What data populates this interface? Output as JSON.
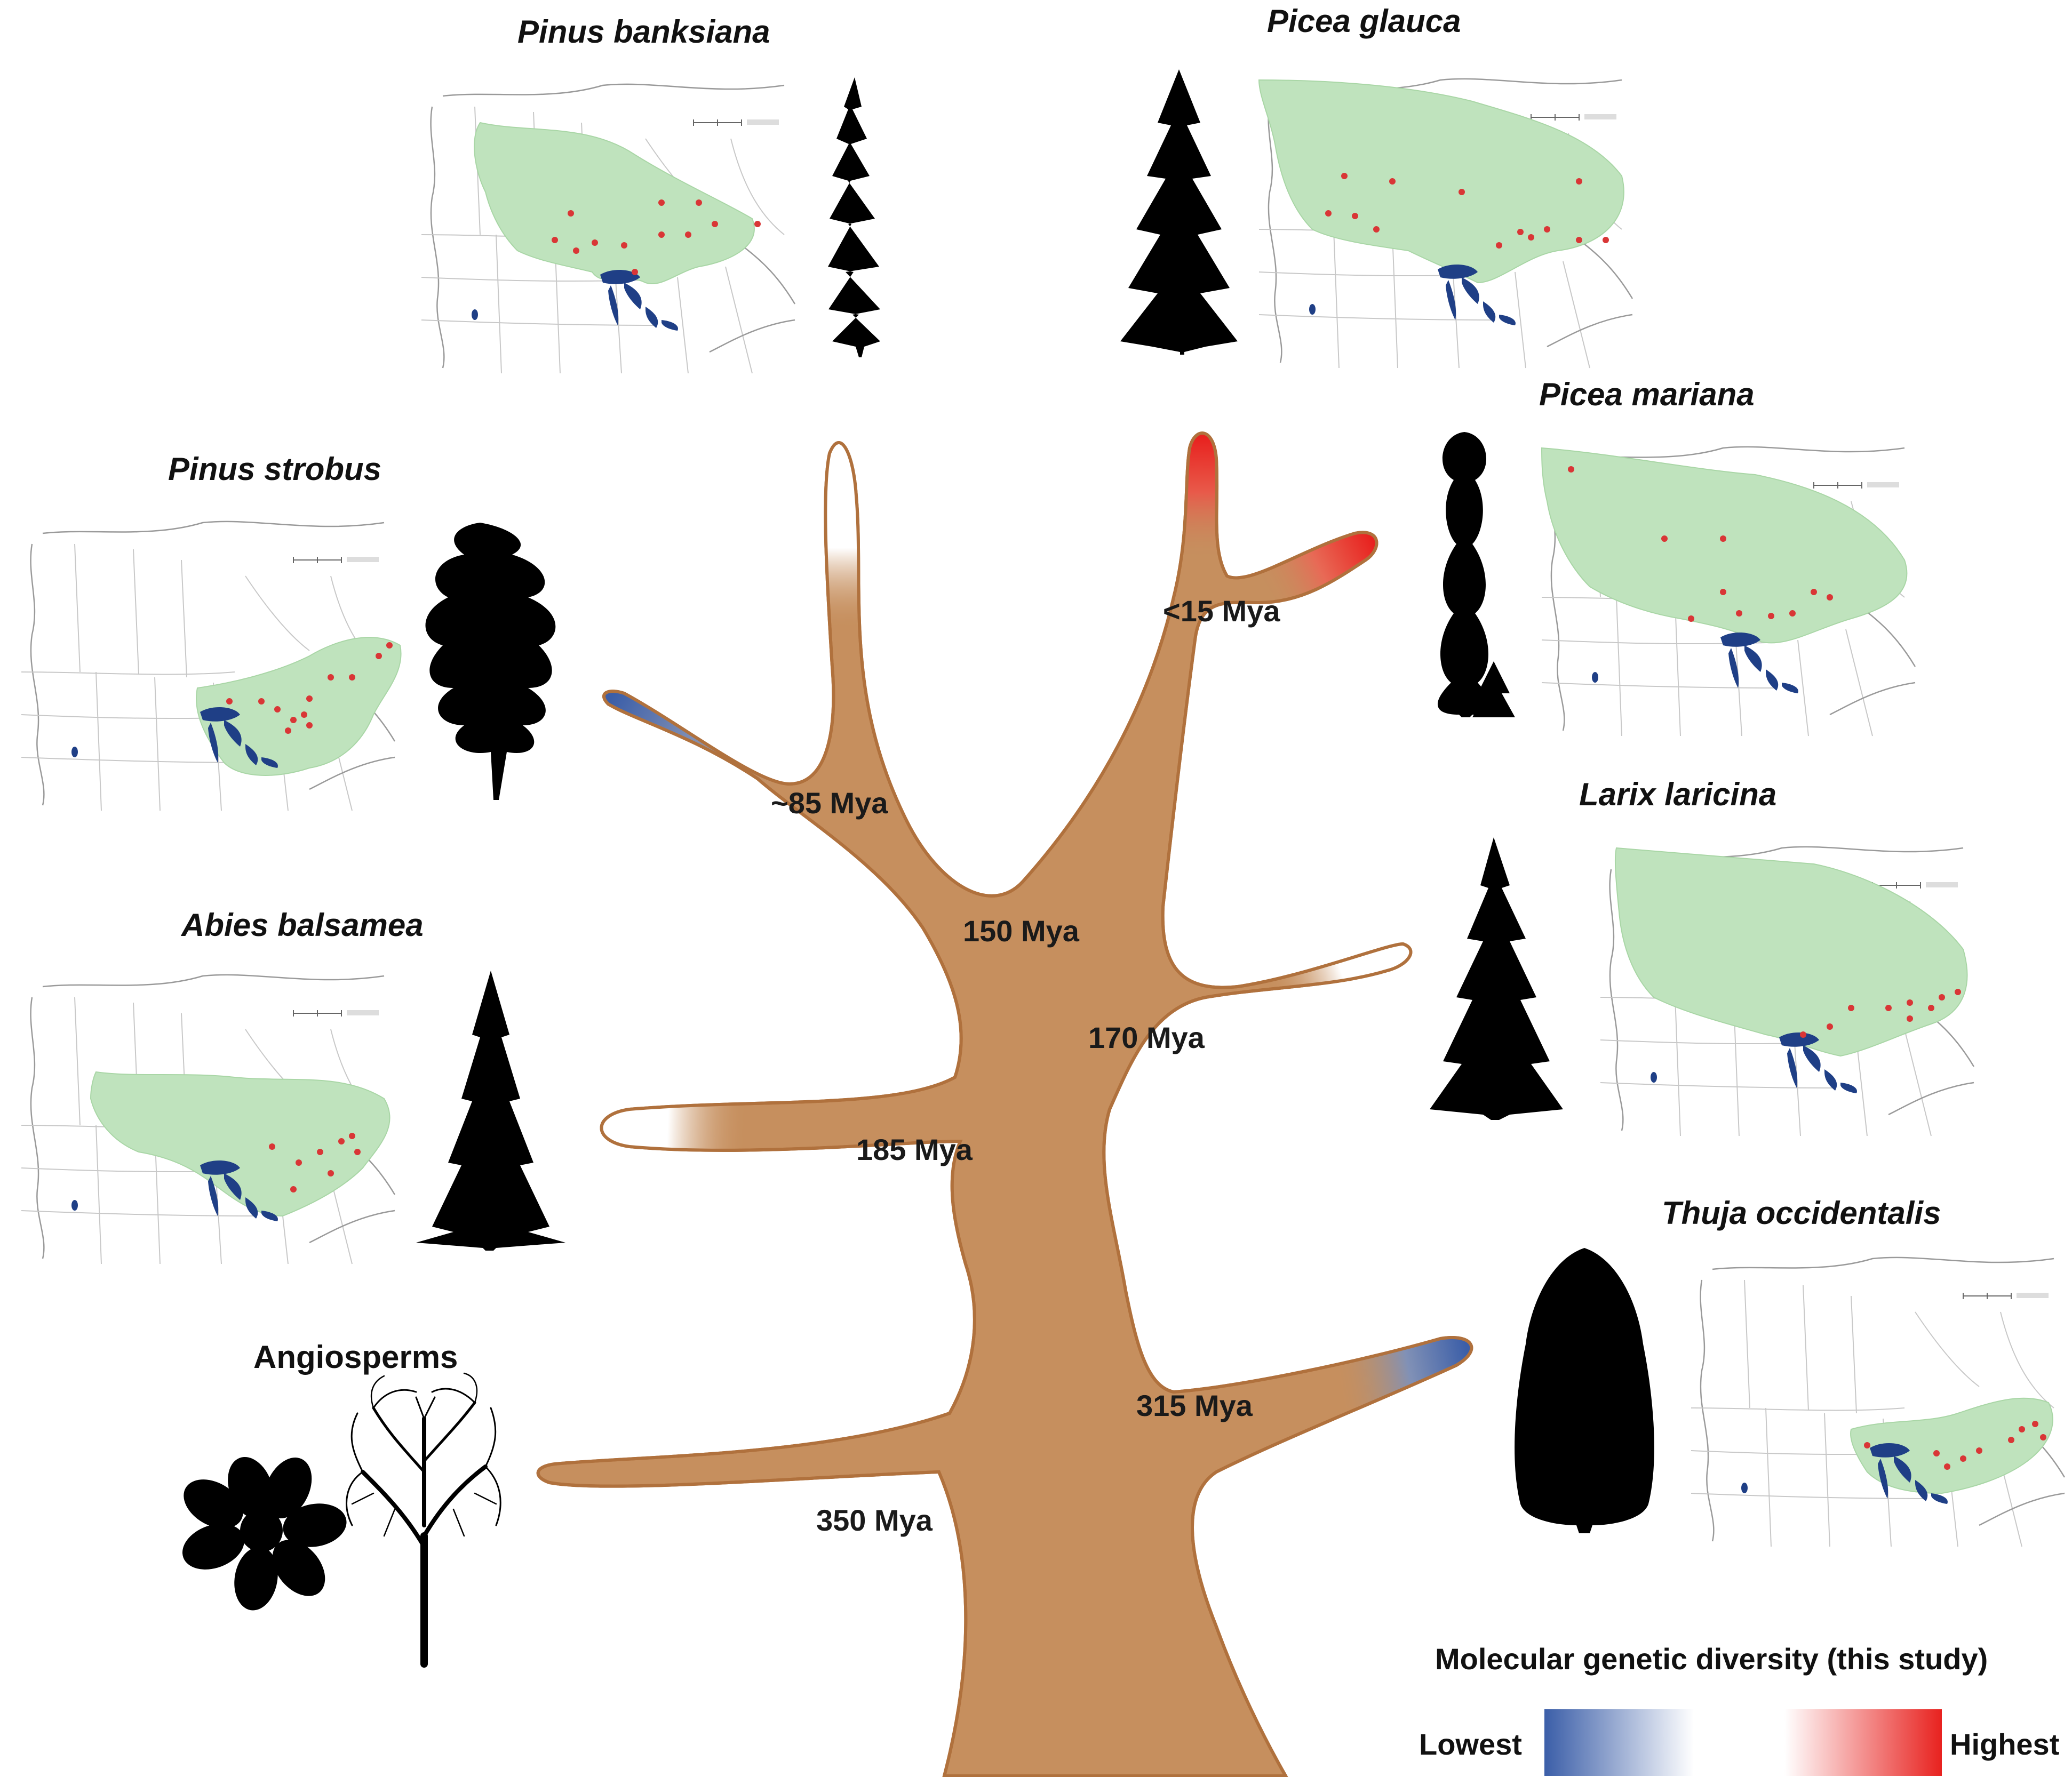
{
  "species": [
    {
      "name": "Pinus banksiana",
      "occurrence_points": 12
    },
    {
      "name": "Picea glauca",
      "occurrence_points": 13
    },
    {
      "name": "Pinus strobus",
      "occurrence_points": 12
    },
    {
      "name": "Picea mariana",
      "occurrence_points": 10
    },
    {
      "name": "Abies balsamea",
      "occurrence_points": 8
    },
    {
      "name": "Larix laricina",
      "occurrence_points": 9
    },
    {
      "name": "Thuja occidentalis",
      "occurrence_points": 9
    }
  ],
  "outgroup": {
    "name": "Angiosperms"
  },
  "divergence_times": [
    "<15 Mya",
    "~85 Mya",
    "150 Mya",
    "170 Mya",
    "185 Mya",
    "315 Mya",
    "350 Mya"
  ],
  "legend": {
    "title": "Molecular genetic diversity (this study)",
    "low_label": "Lowest",
    "high_label": "Highest",
    "low_color": "#3b5ea8",
    "high_color": "#e8221f"
  },
  "colors": {
    "tree": "#c68f5e",
    "range": "#bfe3bd",
    "lakes": "#1f3f86",
    "points": "#d93636"
  }
}
